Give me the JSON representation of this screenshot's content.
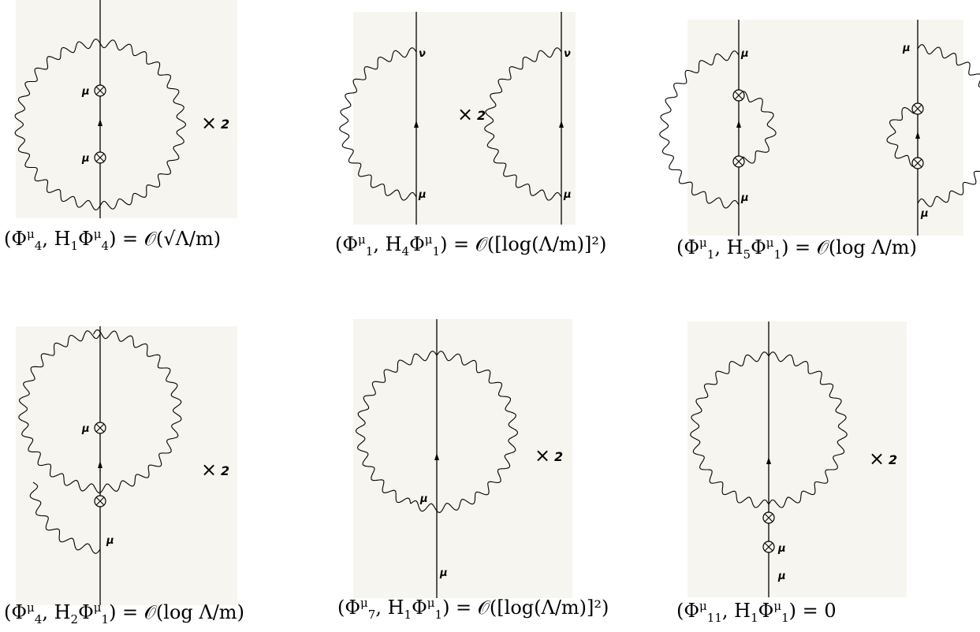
{
  "multiplier_label": "× 2",
  "times_label": "×",
  "vertex_symbol": "⊗",
  "mu_label": "μ",
  "nu_label": "ν",
  "captions": {
    "d1": {
      "open": "(Φ",
      "a_sup": "μ",
      "a_sub": "4",
      "mid": ", H",
      "h_sub": "1",
      "phi": "Φ",
      "b_sup": "μ",
      "b_sub": "4",
      "close": ") = 𝒪(√Λ/m)"
    },
    "d2": {
      "open": "(Φ",
      "a_sup": "μ",
      "a_sub": "1",
      "mid": ", H",
      "h_sub": "4",
      "phi": "Φ",
      "b_sup": "μ",
      "b_sub": "1",
      "close": ") = 𝒪([log(Λ/m)]²)"
    },
    "d3": {
      "open": "(Φ",
      "a_sup": "μ",
      "a_sub": "1",
      "mid": ", H",
      "h_sub": "5",
      "phi": "Φ",
      "b_sup": "μ",
      "b_sub": "1",
      "close": ") = 𝒪(log Λ/m)"
    },
    "d4": {
      "open": "(Φ",
      "a_sup": "μ",
      "a_sub": "4",
      "mid": ", H",
      "h_sub": "2",
      "phi": "Φ",
      "b_sup": "μ",
      "b_sub": "1",
      "close": ") = 𝒪(log Λ/m)"
    },
    "d5": {
      "open": "(Φ",
      "a_sup": "μ",
      "a_sub": "7",
      "mid": ", H",
      "h_sub": "1",
      "phi": "Φ",
      "b_sup": "μ",
      "b_sub": "1",
      "close": ") = 𝒪([log(Λ/m)]²)"
    },
    "d6": {
      "open": "(Φ",
      "a_sup": "μ",
      "a_sub": "11",
      "mid": ", H",
      "h_sub": "1",
      "phi": "Φ",
      "b_sup": "μ",
      "b_sub": "1",
      "close": ") = 0"
    }
  }
}
